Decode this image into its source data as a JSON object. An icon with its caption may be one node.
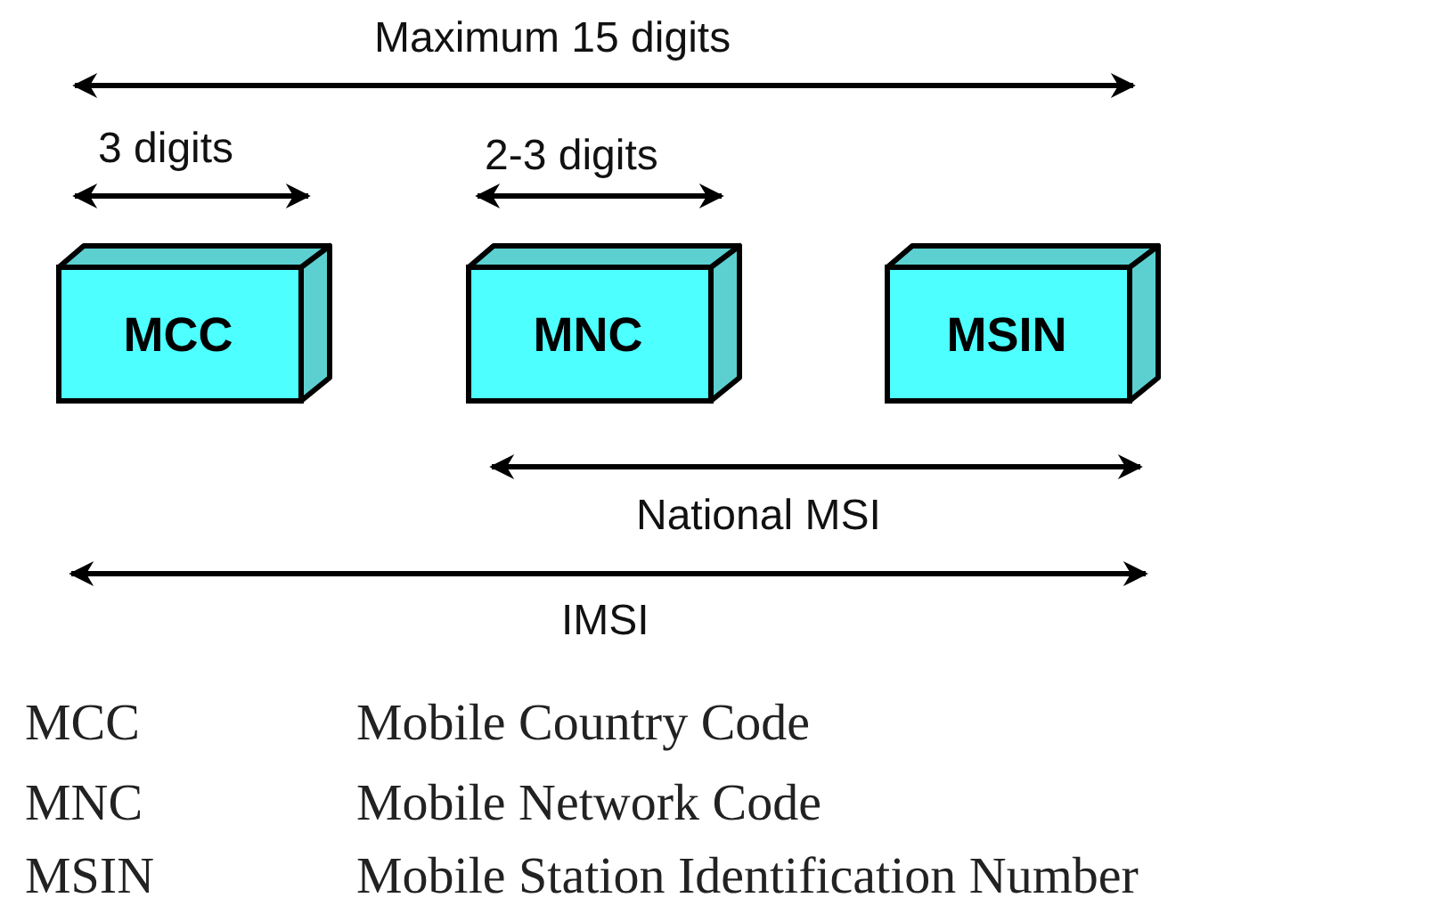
{
  "diagram": {
    "nodes": [
      {
        "text": [
          "MCC"
        ]
      },
      {
        "text": [
          "MNC"
        ]
      },
      {
        "text": [
          "MSIN"
        ]
      }
    ],
    "edges": [],
    "labels": [
      "Maximum 15 digits",
      "3 digits",
      "2-3 digits",
      "National MSI",
      "IMSI",
      "MCC",
      "Mobile Country Code",
      "MNC",
      "Mobile Network Code",
      "MSIN",
      "Mobile Station Identification Number"
    ]
  }
}
